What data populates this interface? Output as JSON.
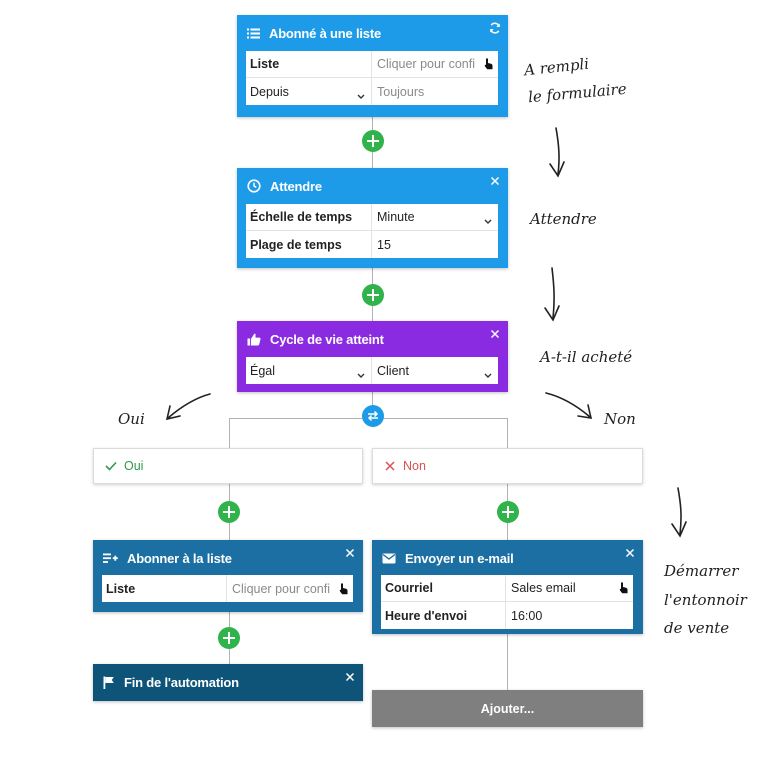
{
  "cards": {
    "subscribed": {
      "title": "Abonné à une liste",
      "row1": {
        "label": "Liste",
        "placeholder": "Cliquer pour confi"
      },
      "row2": {
        "select": "Depuis",
        "value": "Toujours"
      }
    },
    "wait": {
      "title": "Attendre",
      "row1": {
        "label": "Échelle de temps",
        "value": "Minute"
      },
      "row2": {
        "label": "Plage de temps",
        "value": "15"
      }
    },
    "lifecycle": {
      "title": "Cycle de vie atteint",
      "row1": {
        "select1": "Égal",
        "select2": "Client"
      }
    },
    "subscribe_list": {
      "title": "Abonner à la liste",
      "row1": {
        "label": "Liste",
        "placeholder": "Cliquer pour confi"
      }
    },
    "send_email": {
      "title": "Envoyer un e-mail",
      "row1": {
        "label": "Courriel",
        "value": "Sales email"
      },
      "row2": {
        "label": "Heure d'envoi",
        "value": "16:00"
      }
    },
    "end": {
      "title": "Fin de l'automation"
    }
  },
  "branches": {
    "yes": "Oui",
    "no": "Non"
  },
  "add_button": "Ajouter...",
  "annotations": {
    "filled_form_line1": "A rempli",
    "filled_form_line2": "le formulaire",
    "wait": "Attendre",
    "purchased": "A-t-il acheté",
    "yes": "Oui",
    "no": "Non",
    "funnel_line1": "Démarrer",
    "funnel_line2": "l'entonnoir",
    "funnel_line3": "de vente"
  },
  "colors": {
    "blue": "#1e9be8",
    "purple": "#8a2be2",
    "dark_blue": "#1b6fa3",
    "navy": "#0e5378",
    "green_plus": "#2fb34a",
    "gray_button": "#7f7f7f",
    "no_red": "#d9534f",
    "yes_green": "#2e9a47"
  },
  "icons": [
    "list-icon",
    "refresh-icon",
    "clock-icon",
    "thumbs-up-icon",
    "close-icon",
    "branch-swap-icon",
    "check-icon",
    "x-icon",
    "playlist-add-icon",
    "envelope-icon",
    "flag-icon",
    "hand-cursor-icon",
    "chevron-down-icon",
    "plus-icon"
  ]
}
